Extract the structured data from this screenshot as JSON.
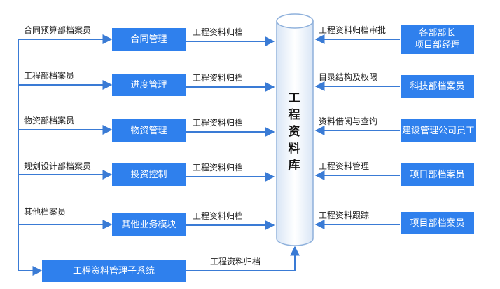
{
  "center": {
    "label": "工程资料库"
  },
  "left_modules": [
    {
      "source": "合同预算部档案员",
      "box": "合同管理",
      "flow": "工程资料归档"
    },
    {
      "source": "工程部档案员",
      "box": "进度管理",
      "flow": "工程资料归档"
    },
    {
      "source": "物资部档案员",
      "box": "物资管理",
      "flow": "工程资料归档"
    },
    {
      "source": "规划设计部档案员",
      "box": "投资控制",
      "flow": "工程资料归档"
    },
    {
      "source": "其他档案员",
      "box": "其他业务模块",
      "flow": "工程资料归档"
    }
  ],
  "subsystem": {
    "box": "工程资料管理子系统",
    "flow": "工程资料归档"
  },
  "right_roles": [
    {
      "box": "各部部长\n项目部经理",
      "flow": "工程资料归档审批"
    },
    {
      "box": "科技部档案员",
      "flow": "目录结构及权限"
    },
    {
      "box": "建设管理公司员工",
      "flow": "资料借阅与查询"
    },
    {
      "box": "项目部档案员",
      "flow": "工程资料管理"
    },
    {
      "box": "项目部档案员",
      "flow": "工程资料跟踪"
    }
  ],
  "colors": {
    "box": "#2f80ed",
    "line": "#3a7bd5",
    "cylinder_stroke": "#8fb1dc"
  }
}
